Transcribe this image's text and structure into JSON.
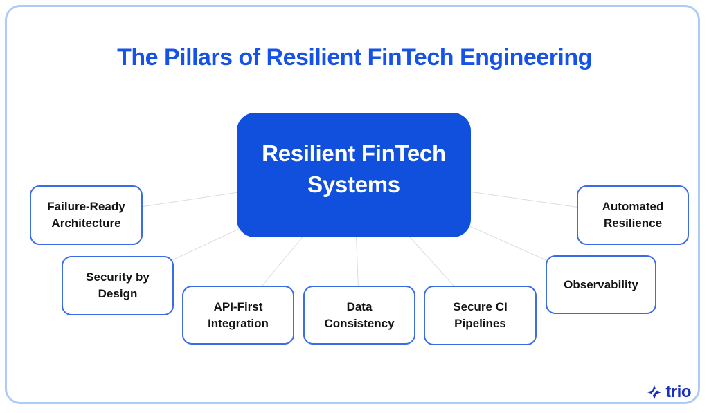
{
  "title": "The Pillars of Resilient FinTech Engineering",
  "center": {
    "label": "Resilient FinTech\nSystems"
  },
  "pillars": [
    {
      "id": "failure-ready-architecture",
      "label": "Failure-Ready\nArchitecture"
    },
    {
      "id": "security-by-design",
      "label": "Security by\nDesign"
    },
    {
      "id": "api-first-integration",
      "label": "API-First\nIntegration"
    },
    {
      "id": "data-consistency",
      "label": "Data\nConsistency"
    },
    {
      "id": "secure-ci-pipelines",
      "label": "Secure CI\nPipelines"
    },
    {
      "id": "observability",
      "label": "Observability"
    },
    {
      "id": "automated-resilience",
      "label": "Automated\nResilience"
    }
  ],
  "logo": {
    "text": "trio",
    "icon": "trio-spark-icon"
  },
  "colors": {
    "title_blue": "#1552E8",
    "center_box_blue": "#1150DC",
    "pillar_border_blue": "#3B6CE5",
    "frame_border_blue": "#AECBF4",
    "connector_gray": "#DCDCDC",
    "logo_navy": "#1730BE",
    "text_dark": "#131313"
  }
}
